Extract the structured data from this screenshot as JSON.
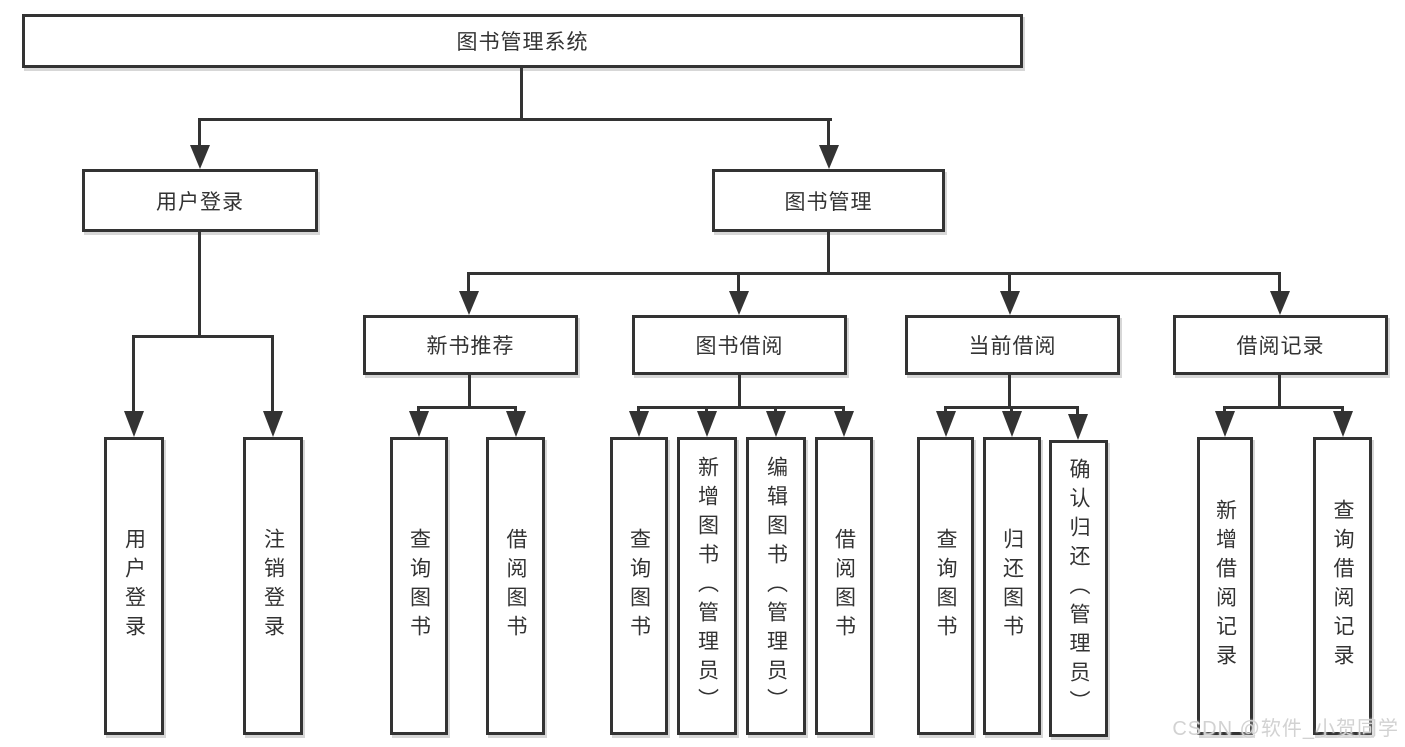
{
  "diagram_type": "hierarchy-tree",
  "colors": {
    "line": "#333333",
    "box_border": "#333333",
    "text": "#333333",
    "background": "#ffffff",
    "watermark_text_color": "#d2d2d2"
  },
  "tree": {
    "label": "图书管理系统",
    "children": [
      {
        "label": "用户登录",
        "children": [
          {
            "label": "用户登录"
          },
          {
            "label": "注销登录"
          }
        ]
      },
      {
        "label": "图书管理",
        "children": [
          {
            "label": "新书推荐",
            "children": [
              {
                "label": "查询图书"
              },
              {
                "label": "借阅图书"
              }
            ]
          },
          {
            "label": "图书借阅",
            "children": [
              {
                "label": "查询图书"
              },
              {
                "label": "新增图书（管理员）"
              },
              {
                "label": "编辑图书（管理员）"
              },
              {
                "label": "借阅图书"
              }
            ]
          },
          {
            "label": "当前借阅",
            "children": [
              {
                "label": "查询图书"
              },
              {
                "label": "归还图书"
              },
              {
                "label": "确认归还（管理员）"
              }
            ]
          },
          {
            "label": "借阅记录",
            "children": [
              {
                "label": "新增借阅记录"
              },
              {
                "label": "查询借阅记录"
              }
            ]
          }
        ]
      }
    ]
  },
  "watermark": {
    "text": "CSDN @软件_小贺同学"
  }
}
